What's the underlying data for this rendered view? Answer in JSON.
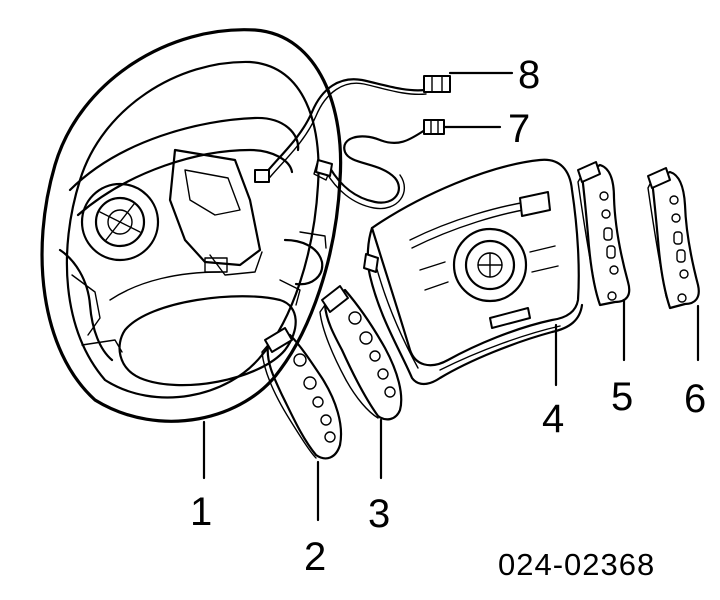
{
  "callouts": [
    {
      "label": "1",
      "part": "steering-wheel"
    },
    {
      "label": "2",
      "part": "left-switch-cover"
    },
    {
      "label": "3",
      "part": "left-switch-panel"
    },
    {
      "label": "4",
      "part": "airbag-module"
    },
    {
      "label": "5",
      "part": "right-switch-cover"
    },
    {
      "label": "6",
      "part": "right-switch-panel"
    },
    {
      "label": "7",
      "part": "cable-connector-lower"
    },
    {
      "label": "8",
      "part": "cable-connector-upper"
    }
  ],
  "diagram_ref": "024-02368"
}
